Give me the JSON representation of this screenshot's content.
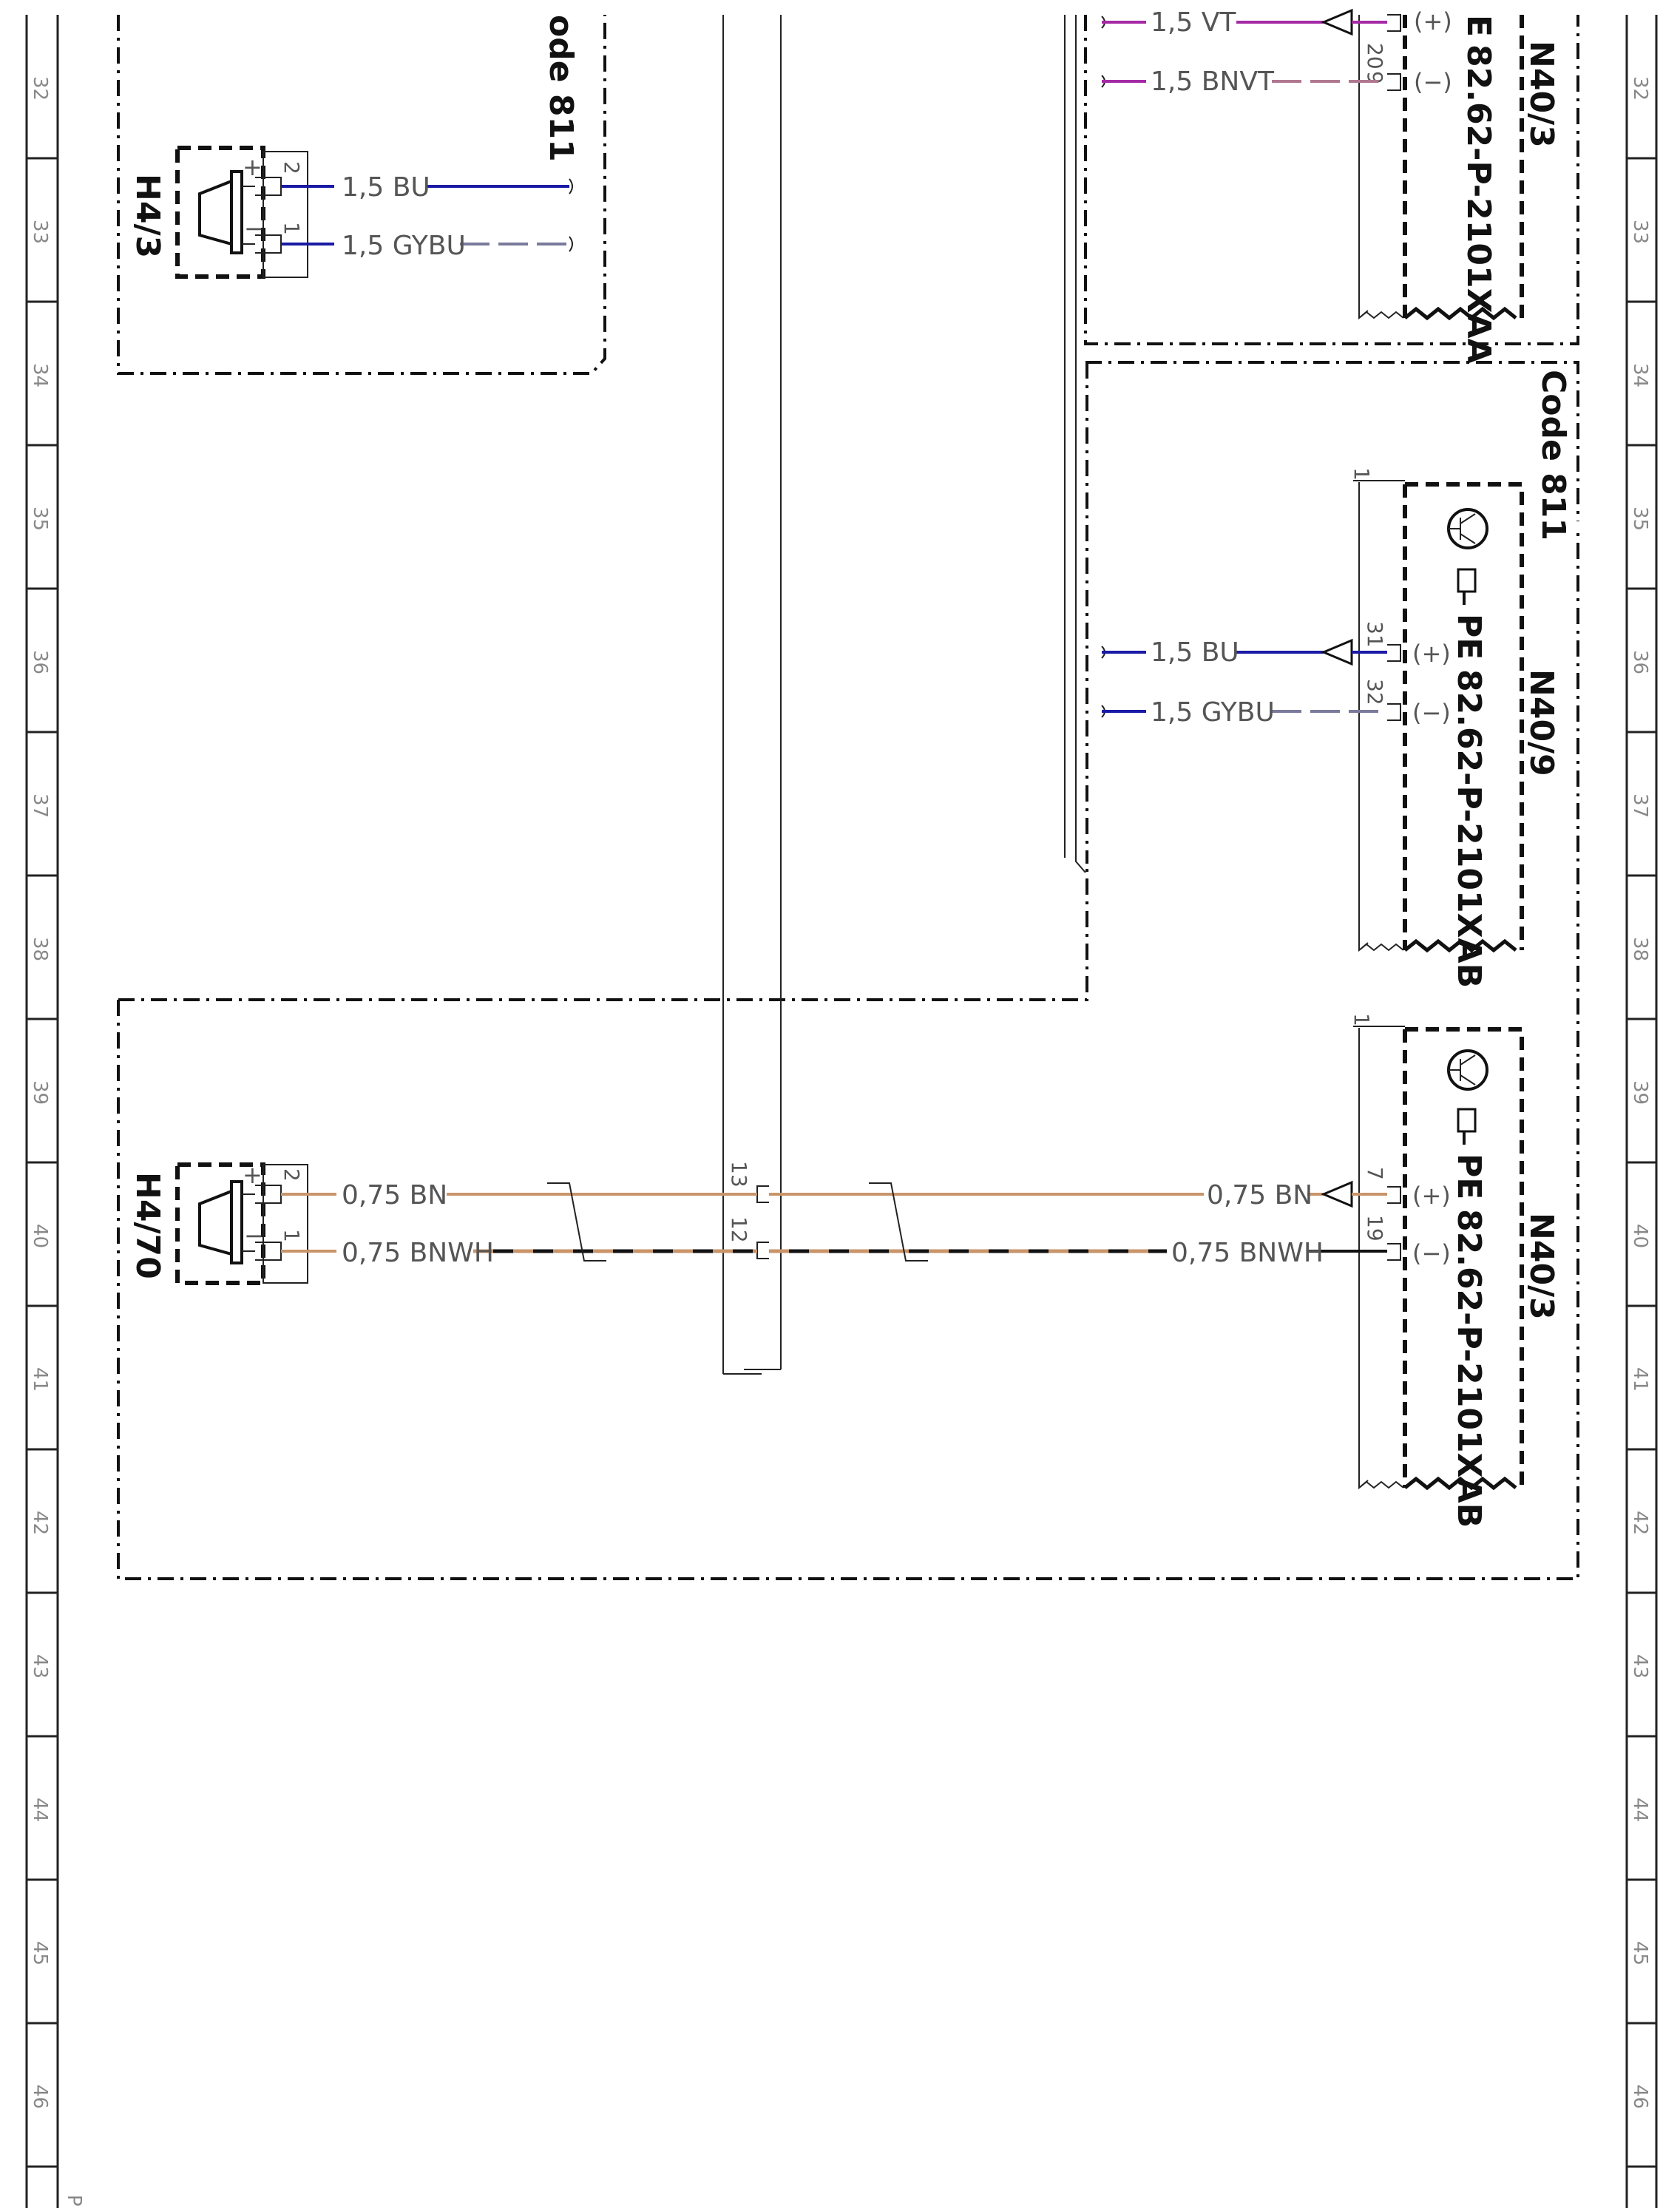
{
  "grid": {
    "rows": [
      "32",
      "33",
      "34",
      "35",
      "36",
      "37",
      "38",
      "39",
      "40",
      "41",
      "42",
      "43",
      "44",
      "45",
      "46"
    ],
    "corner": "P"
  },
  "colors": {
    "BU": "#1a1aa6",
    "GYBU": "#7a7a9c",
    "VT": "#a52aa5",
    "BNVT": "#b07890",
    "BN": "#c8956a",
    "BNWH": "#c8956a",
    "frame": "#111111"
  },
  "codes": {
    "top_left": "ode 811",
    "right_middle": "Code 811"
  },
  "components": {
    "h4_3": {
      "id": "H4/3",
      "pin_plus": "2",
      "pin_minus": "1",
      "plus": "+",
      "minus": "−"
    },
    "h4_70": {
      "id": "H4/70",
      "pin_plus": "2",
      "pin_minus": "1",
      "plus": "+",
      "minus": "−"
    },
    "n40_3_top": {
      "id": "N40/3",
      "part": "82.62-P-2101XAA",
      "prefix": "E",
      "pin_top": "20",
      "pin_bottom": "9",
      "plus": "(+)",
      "minus": "(−)"
    },
    "n40_9": {
      "id": "N40/9",
      "part": "82.62-P-2101XAB",
      "prefix": "PE",
      "pin_top": "31",
      "pin_bottom": "32",
      "plus": "(+)",
      "minus": "(−)",
      "corner": "1"
    },
    "n40_3_bottom": {
      "id": "N40/3",
      "part": "82.62-P-2101XAB",
      "prefix": "PE",
      "pin_top": "7",
      "pin_bottom": "19",
      "plus": "(+)",
      "minus": "(−)",
      "corner": "1"
    },
    "connector": {
      "pin_top": "13",
      "pin_bottom": "12"
    }
  },
  "wires": {
    "h4_3_plus": "1,5 BU",
    "h4_3_minus": "1,5 GYBU",
    "n40_3_top_plus": "1,5 VT",
    "n40_3_top_minus": "1,5 BNVT",
    "n40_9_plus": "1,5 BU",
    "n40_9_minus": "1,5 GYBU",
    "h4_70_plus": "0,75 BN",
    "h4_70_minus": "0,75 BNWH",
    "n40_3_bottom_plus": "0,75 BN",
    "n40_3_bottom_minus": "0,75 BNWH"
  }
}
